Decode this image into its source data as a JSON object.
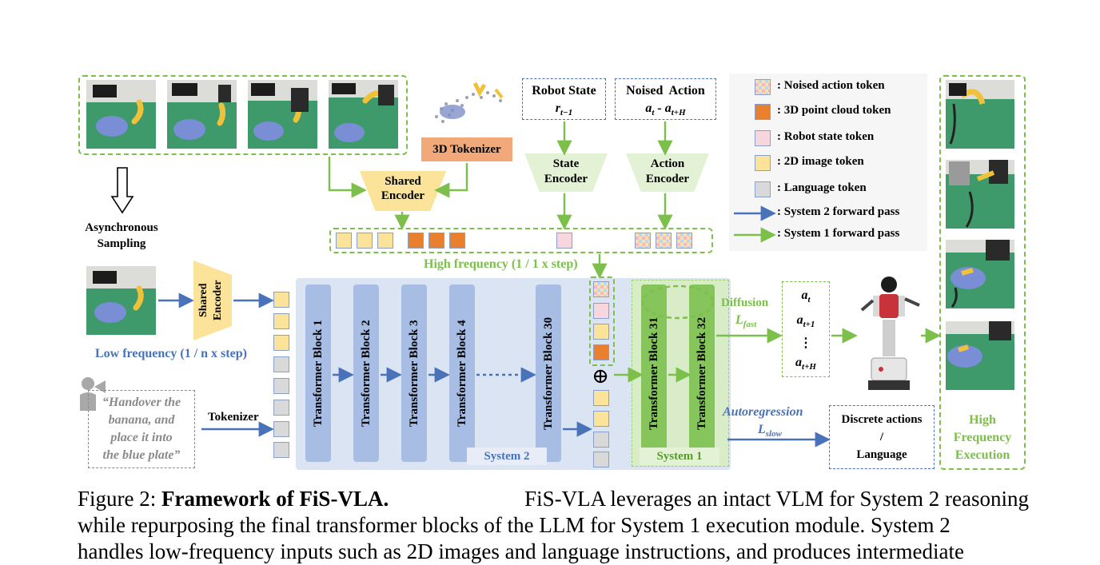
{
  "diagram": {
    "tokenizer_3d": "3D Tokenizer",
    "shared_encoder": "Shared Encoder",
    "shared_encoder_line1": "Shared",
    "shared_encoder_line2": "Encoder",
    "robot_state": {
      "title": "Robot State",
      "symbol": "r",
      "subscript": "t−1"
    },
    "noised_action": {
      "title": "Noised  Action",
      "symbol_a": "a",
      "sub_a": "t",
      "dash": " - ",
      "symbol_b": "a",
      "sub_b": "t+H"
    },
    "state_encoder": {
      "line1": "State",
      "line2": "Encoder"
    },
    "action_encoder": {
      "line1": "Action",
      "line2": "Encoder"
    },
    "legend": {
      "noised_action_token": ": Noised action token",
      "point_cloud_token": ": 3D point cloud token",
      "robot_state_token": ": Robot state token",
      "image_token": ": 2D image token",
      "language_token": ": Language token",
      "system2_pass": ": System 2 forward pass",
      "system1_pass": ": System 1 forward pass",
      "colors": {
        "system2": "#4a72b8",
        "system1": "#7cbf4a"
      }
    },
    "async_sampling": {
      "line1": "Asynchronous",
      "line2": "Sampling"
    },
    "high_frequency": "High frequency (1 / 1 x step)",
    "low_frequency": "Low frequency (1 / n x step)",
    "instruction": {
      "line1": "“Handover the",
      "line2": "banana, and",
      "line3": "place it into",
      "line4": "the blue plate”"
    },
    "tokenizer": "Tokenizer",
    "blocks": {
      "b1": "Transformer Block 1",
      "b2": "Transformer Block 2",
      "b3": "Transformer Block 3",
      "b4": "Transformer Block 4",
      "b30": "Transformer Block 30",
      "b31": "Transformer Block 31",
      "b32": "Transformer Block 32"
    },
    "system2_label": "System 2",
    "system1_label": "System 1",
    "diffusion": "Diffusion",
    "loss_fast": {
      "symbol": "L",
      "sub": "fast"
    },
    "autoregression": "Autoregression",
    "loss_slow": {
      "symbol": "L",
      "sub": "slow"
    },
    "actions_out": {
      "a1": "a",
      "a1_sub": "t",
      "a2": "a",
      "a2_sub": "t+1",
      "dots": "⋮",
      "a3": "a",
      "a3_sub": "t+H"
    },
    "discrete": {
      "line1": "Discrete actions",
      "line2": "/",
      "line3": "Language"
    },
    "execution": {
      "line1": "High",
      "line2": "Frequency",
      "line3": "Execution"
    }
  },
  "caption": {
    "prefix": "Figure 2: ",
    "title": "Framework of FiS-VLA.",
    "line1_rest": " FiS-VLA leverages an intact VLM for System 2 reasoning",
    "line2": "while repurposing the final transformer blocks of the LLM for System 1 execution module. System 2",
    "line3": "handles low-frequency inputs such as 2D images and language instructions, and produces intermediate"
  }
}
